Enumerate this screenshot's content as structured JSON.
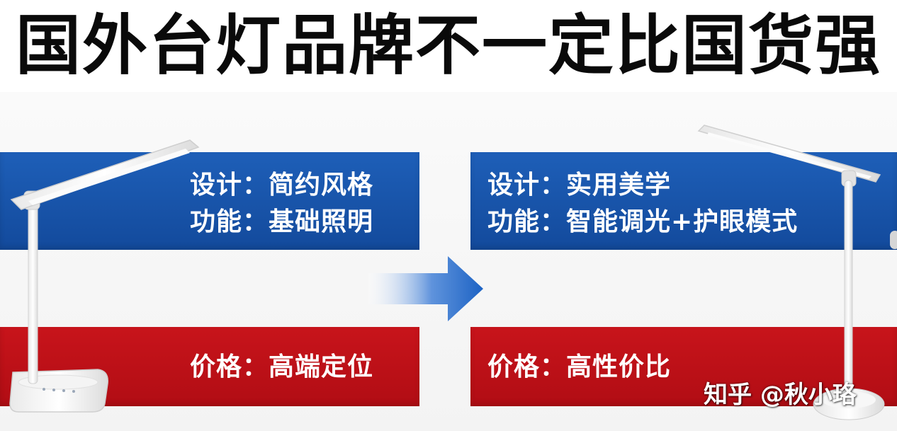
{
  "title": "国外台灯品牌不一定比国货强",
  "left": {
    "design": "设计：简约风格",
    "function": "功能：基础照明",
    "price": "价格：高端定位"
  },
  "right": {
    "design": "设计：实用美学",
    "function": "功能：智能调光+护眼模式",
    "price": "价格：高性价比"
  },
  "watermark": "知乎 @秋小珞",
  "colors": {
    "blue_band": "#1a56ad",
    "red_band": "#c0121a",
    "arrow": "#1d63c4"
  },
  "icons": [
    "desk-lamp-icon",
    "right-arrow-icon"
  ]
}
